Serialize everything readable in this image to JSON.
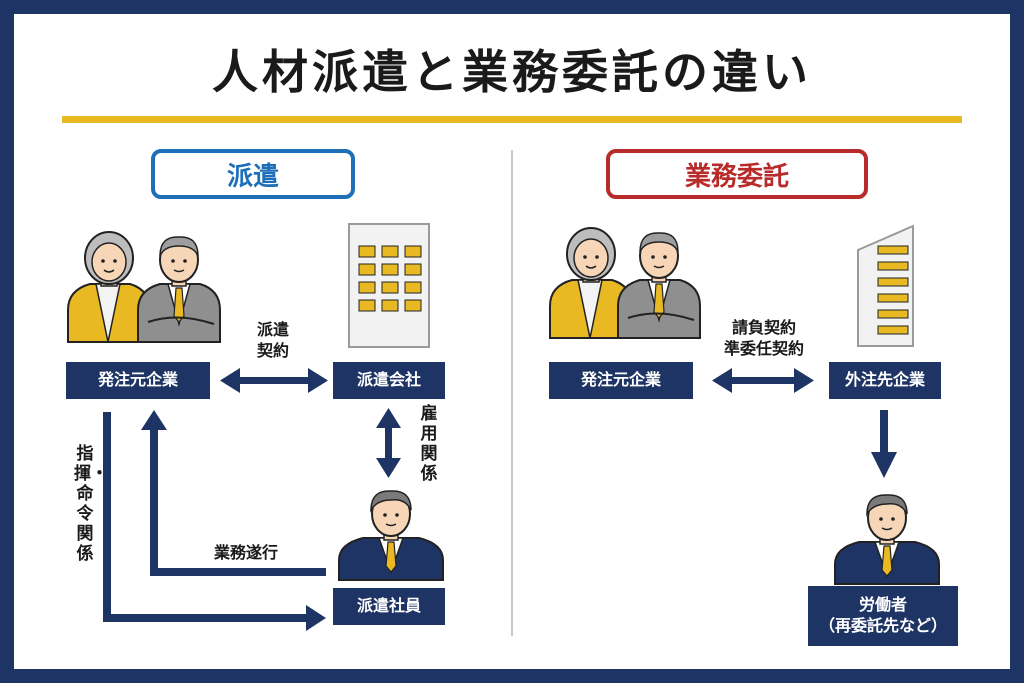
{
  "title": "人材派遣と業務委託の違い",
  "left": {
    "heading": "派遣",
    "client": "発注元企業",
    "agency": "派遣会社",
    "worker": "派遣社員",
    "contract_label": "派遣\n契約",
    "employment_label": "雇用関係",
    "command_label": "指揮・命令関係",
    "task_label": "業務遂行"
  },
  "right": {
    "heading": "業務委託",
    "client": "発注元企業",
    "contractor": "外注先企業",
    "worker": "労働者\n（再委託先など）",
    "contract_label": "請負契約\n準委任契約"
  },
  "colors": {
    "navy": "#1e3465",
    "accent_yellow": "#e8b923",
    "dispatch_blue": "#1f6fb8",
    "outsourcing_red": "#b72b2b"
  },
  "icons": [
    "client-people-icon",
    "building-icon",
    "worker-icon",
    "arrow-icon"
  ]
}
